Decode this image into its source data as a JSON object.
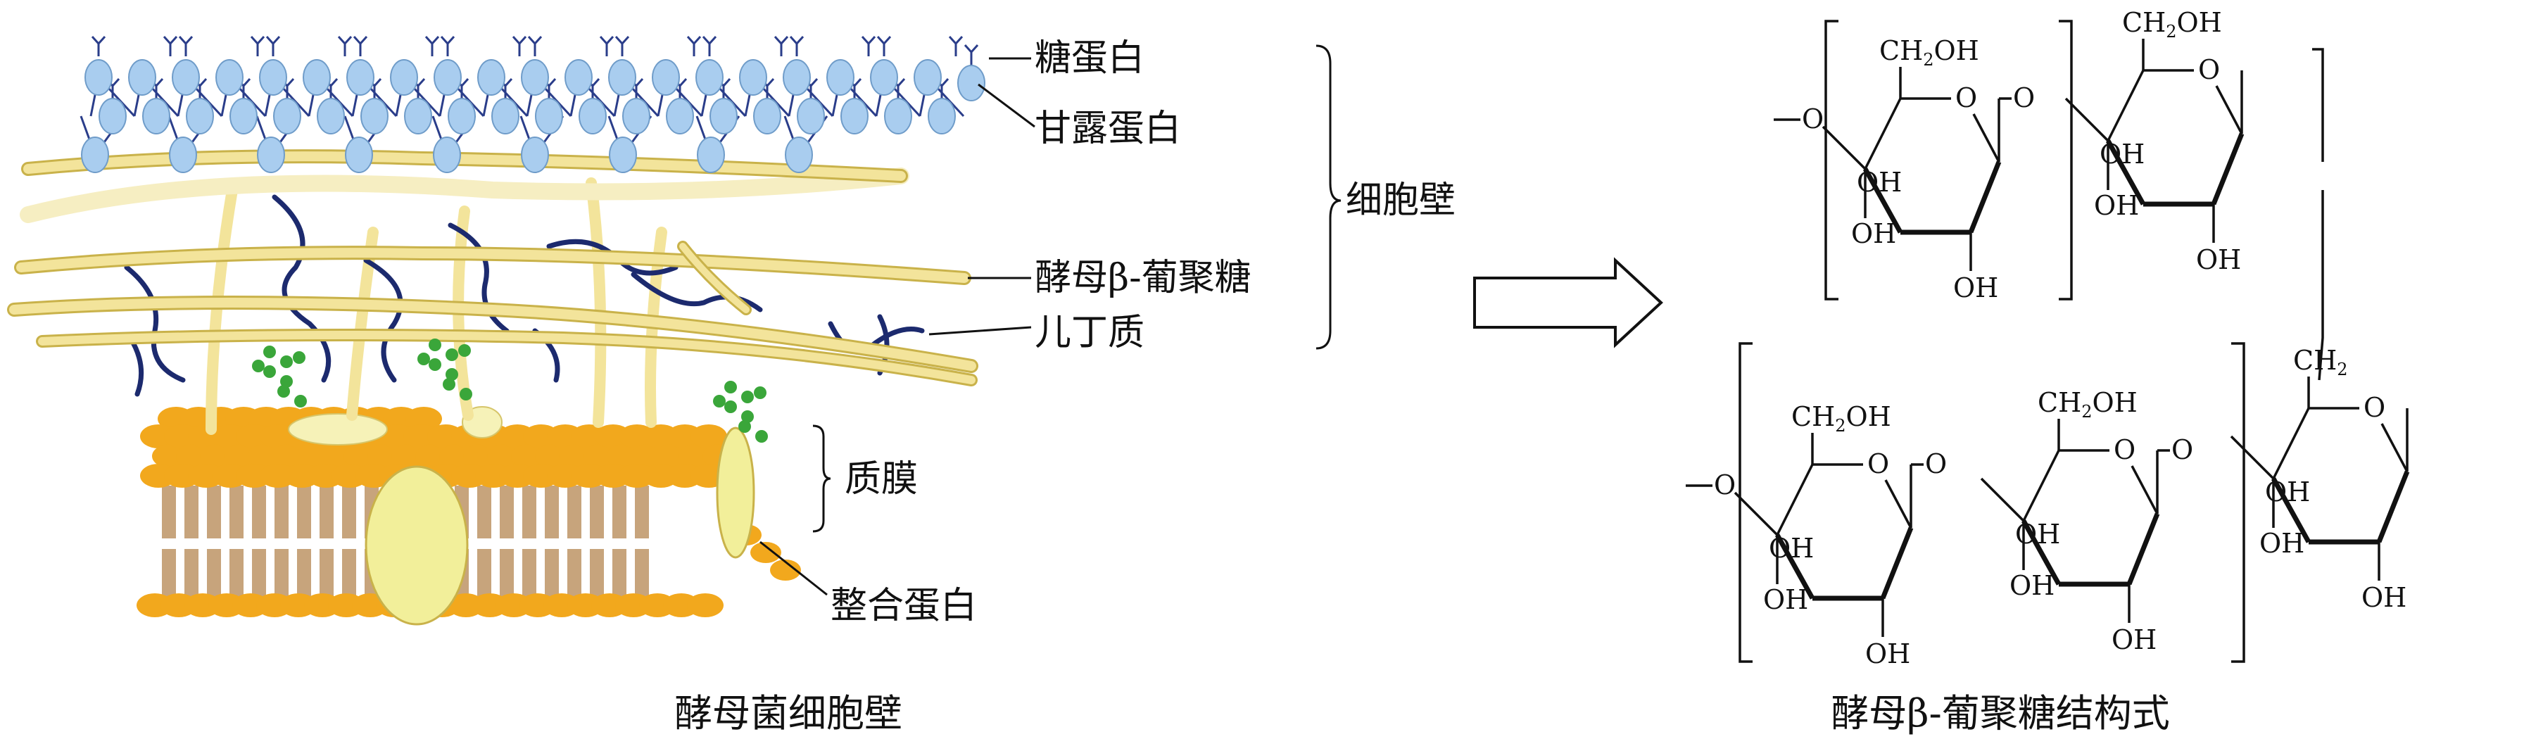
{
  "left_panel": {
    "caption": "酵母菌细胞壁",
    "labels": {
      "glycoprotein": "糖蛋白",
      "mannoprotein": "甘露蛋白",
      "cell_wall": "细胞壁",
      "beta_glucan": "酵母β-葡聚糖",
      "chitin": "儿丁质",
      "plasma_membrane": "质膜",
      "integral_protein": "整合蛋白"
    }
  },
  "right_panel": {
    "caption": "酵母β-葡聚糖结构式",
    "groups": {
      "ch2oh_main": "CH",
      "ch2oh_sub": "2",
      "ch2oh_tail": "OH",
      "ch2_main": "CH",
      "ch2_sub": "2",
      "oh": "OH",
      "o": "O"
    }
  },
  "colors": {
    "mannan_bead": "#a9cdef",
    "fibril": "#f3e49b",
    "fibril_edge": "#c9b24a",
    "chitin": "#1c2a6e",
    "glycan_green": "#3aa63a",
    "lipid_head": "#f2a81d",
    "lipid_tail": "#c7a47c",
    "protein": "#f2ef9a"
  }
}
